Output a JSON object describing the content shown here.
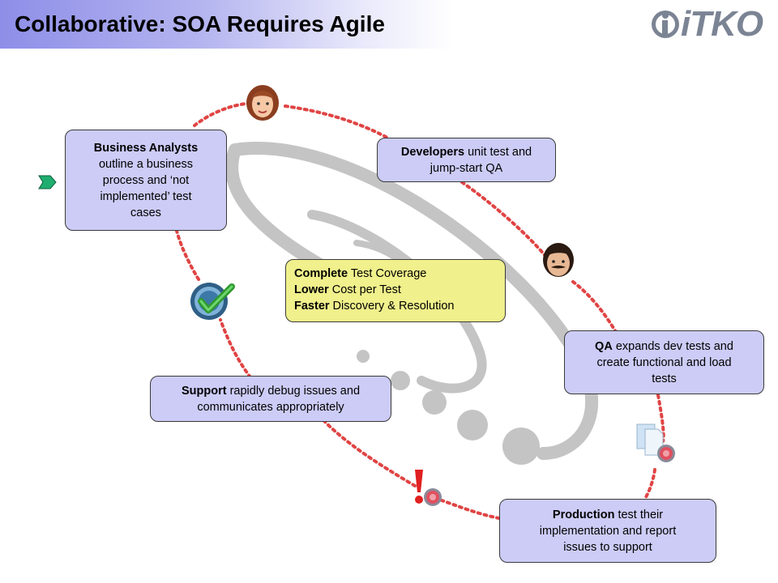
{
  "header": {
    "title": "Collaborative: SOA Requires Agile",
    "logo_text": "iTKO"
  },
  "colors": {
    "cycle_dots": "#e04040",
    "box_fill": "#ccccf7",
    "center_fill": "#f0f08c",
    "swirl": "#c0c0c0",
    "header_gradient_start": "#8e8ee8"
  },
  "boxes": {
    "business_analysts": {
      "bold": "Business Analysts",
      "lines": [
        "outline a business",
        "process and ‘not",
        "implemented’ test",
        "cases"
      ]
    },
    "developers": {
      "bold": "Developers",
      "rest": " unit test and",
      "line2": "jump-start QA"
    },
    "qa": {
      "bold": "QA",
      "rest": " expands dev tests and",
      "line2": "create functional and load",
      "line3": "tests"
    },
    "production": {
      "bold": "Production",
      "rest": " test their",
      "line2": "implementation and report",
      "line3": "issues to support"
    },
    "support": {
      "bold": "Support",
      "rest": " rapidly debug issues and",
      "line2": "communicates appropriately"
    }
  },
  "center": {
    "rows": [
      {
        "bold": "Complete",
        "rest": " Test Coverage"
      },
      {
        "bold": "Lower",
        "rest": " Cost per Test"
      },
      {
        "bold": "Faster",
        "rest": " Discovery & Resolution"
      }
    ]
  },
  "icons": [
    "woman-avatar-icon",
    "man-avatar-icon",
    "checkmark-badge-icon",
    "alert-exclamation-icon",
    "documents-icon",
    "start-arrow-icon"
  ]
}
